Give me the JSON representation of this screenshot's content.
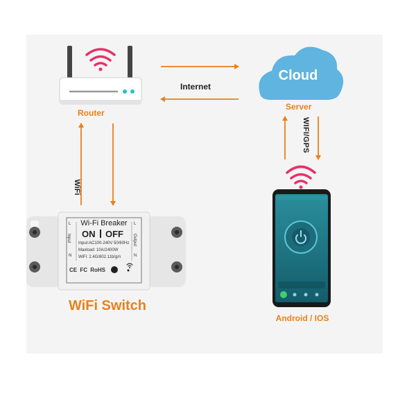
{
  "labels": {
    "router": "Router",
    "server": "Server",
    "cloud": "Cloud",
    "internet": "Internet",
    "wifi": "WiFi",
    "wifi_gps": "WIFI/GPS",
    "android_ios": "Android / IOS",
    "wifi_switch": "WiFi Switch"
  },
  "breaker": {
    "title": "Wi-Fi Breaker",
    "on": "ON",
    "off": "OFF",
    "input": "Input:AC100-240V 50/60Hz",
    "maxload": "Maxload: 10A/2400W",
    "wifi_spec": "WiFi: 2.4G/802.11b/g/n",
    "marks": "CE FC RoHS",
    "input_side": "Input",
    "output_side": "Output",
    "l": "L",
    "n": "N"
  },
  "colors": {
    "orange": "#e8811a",
    "wifi_pink": "#e6316a",
    "cloud_blue": "#5fb4e0",
    "phone_teal": "#1f7d8c"
  }
}
